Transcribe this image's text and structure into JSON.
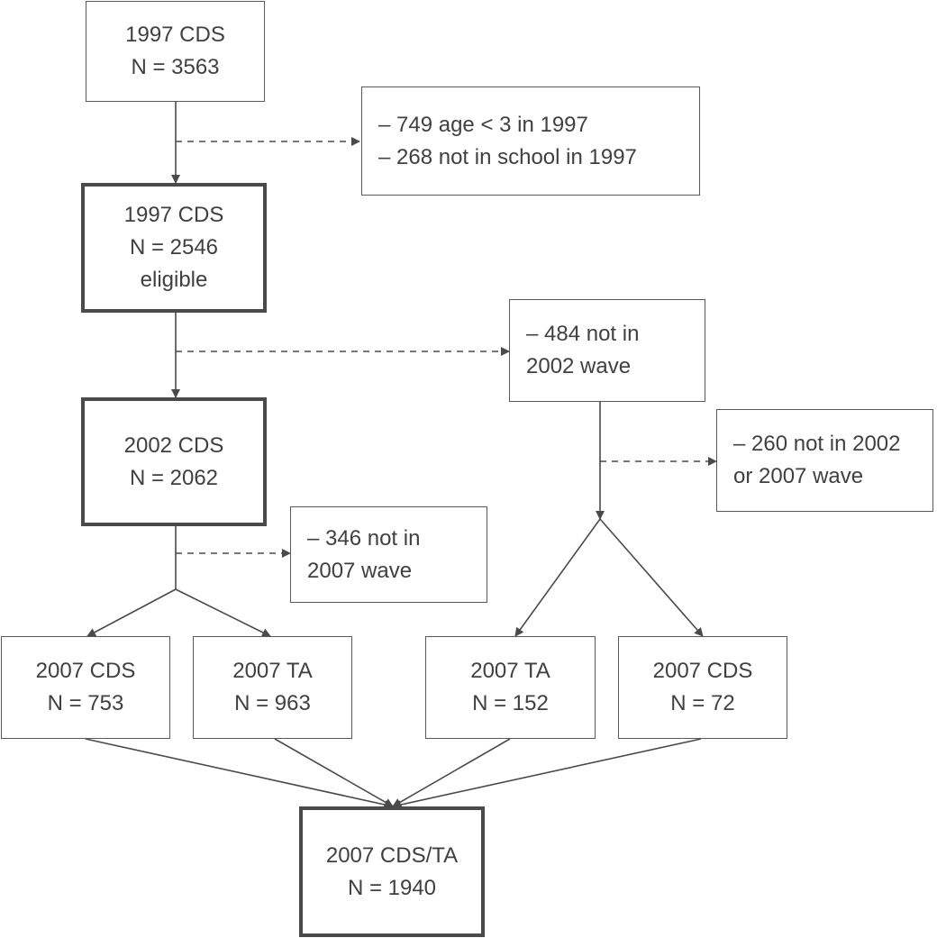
{
  "nodes": {
    "cds1997": {
      "line1": "1997 CDS",
      "line2": "N = 3563"
    },
    "excl1997": {
      "line1": "– 749 age < 3 in 1997",
      "line2": "– 268 not in school in 1997"
    },
    "eligible1997": {
      "line1": "1997 CDS",
      "line2": "N = 2546",
      "line3": "eligible"
    },
    "excl2002": {
      "line1": "– 484 not in",
      "line2": "2002 wave"
    },
    "cds2002": {
      "line1": "2002 CDS",
      "line2": "N = 2062"
    },
    "excl2002or2007": {
      "line1": "– 260 not in 2002",
      "line2": "or 2007 wave"
    },
    "excl2007": {
      "line1": "– 346 not in",
      "line2": "2007 wave"
    },
    "cds2007a": {
      "line1": "2007 CDS",
      "line2": "N = 753"
    },
    "ta2007a": {
      "line1": "2007 TA",
      "line2": "N = 963"
    },
    "ta2007b": {
      "line1": "2007 TA",
      "line2": "N = 152"
    },
    "cds2007b": {
      "line1": "2007 CDS",
      "line2": "N = 72"
    },
    "final": {
      "line1": "2007 CDS/TA",
      "line2": "N = 1940"
    }
  }
}
